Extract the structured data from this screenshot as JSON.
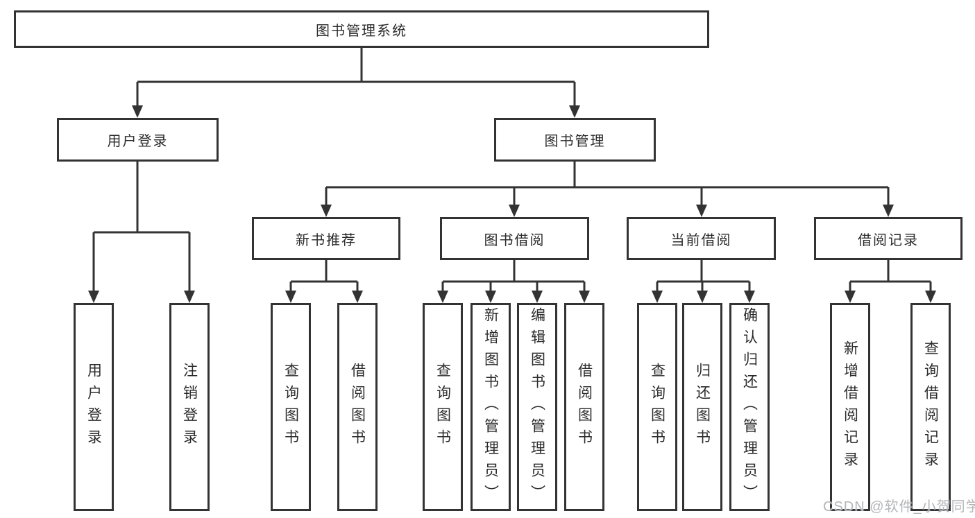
{
  "diagram": {
    "title": "图书管理系统",
    "root": "图书管理系统",
    "level2": {
      "user_login": "用户登录",
      "book_mgmt": "图书管理"
    },
    "level3": {
      "new_book": "新书推荐",
      "book_borrow": "图书借阅",
      "current_borrow": "当前借阅",
      "borrow_record": "借阅记录"
    },
    "leaves": {
      "user_login": "用户登录",
      "logout": "注销登录",
      "nb_query": "查询图书",
      "nb_borrow": "借阅图书",
      "bb_query": "查询图书",
      "bb_add": "新增图书（管理员）",
      "bb_edit": "编辑图书（管理员）",
      "bb_borrow": "借阅图书",
      "cb_query": "查询图书",
      "cb_return": "归还图书",
      "cb_confirm": "确认归还（管理员）",
      "br_add": "新增借阅记录",
      "br_query": "查询借阅记录"
    }
  },
  "watermark": {
    "text": "CSDN @软件_小贺同学"
  },
  "colors": {
    "line": "#333333",
    "box_border": "#333333",
    "box_fill": "#ffffff",
    "text": "#2b2b2b",
    "watermark": "#b3b5b8"
  }
}
